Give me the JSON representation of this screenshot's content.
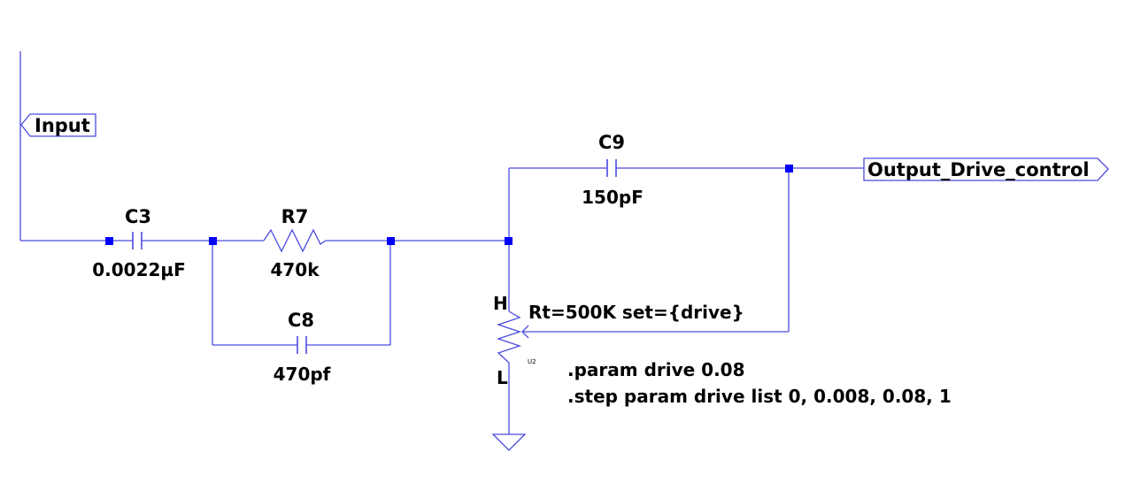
{
  "net_labels": {
    "input": "Input",
    "output": "Output_Drive_control"
  },
  "components": {
    "c3": {
      "ref": "C3",
      "value": "0.0022µF"
    },
    "r7": {
      "ref": "R7",
      "value": "470k"
    },
    "c8": {
      "ref": "C8",
      "value": "470pf"
    },
    "c9": {
      "ref": "C9",
      "value": "150pF"
    },
    "u2": {
      "ref": "U2",
      "pin_h": "H",
      "pin_l": "L",
      "params": "Rt=500K set={drive}"
    }
  },
  "directives": {
    "param": ".param drive 0.08",
    "step": ".step param drive list 0, 0.008, 0.08,  1"
  },
  "colors": {
    "wire": "#4a4ae0",
    "junction": "#0000ff",
    "text": "#000000",
    "background": "#ffffff"
  }
}
